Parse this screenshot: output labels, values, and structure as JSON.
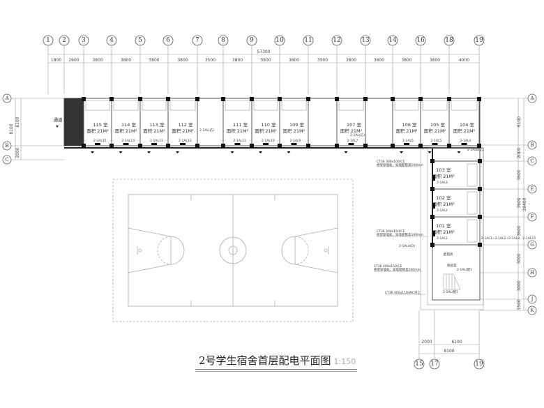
{
  "drawing": {
    "title": "2号学生宿舍首层配电平面图",
    "scale": "1:150"
  },
  "top_axes": [
    {
      "label": "1"
    },
    {
      "label": "2"
    },
    {
      "label": "3"
    },
    {
      "label": "4"
    },
    {
      "label": "5"
    },
    {
      "label": "6"
    },
    {
      "label": "7"
    },
    {
      "label": "8"
    },
    {
      "label": "9"
    },
    {
      "label": "10"
    },
    {
      "label": "11"
    },
    {
      "label": "12"
    },
    {
      "label": "13"
    },
    {
      "label": "14"
    },
    {
      "label": "16"
    },
    {
      "label": "18"
    },
    {
      "label": "19"
    }
  ],
  "top_dimensions": {
    "overall": "57300",
    "segments": [
      "1800",
      "2600",
      "3800",
      "3800",
      "3800",
      "3800",
      "3500",
      "3800",
      "3800",
      "3800",
      "3500",
      "3800",
      "3600",
      "3800",
      "3800",
      "4000"
    ]
  },
  "side_axes_left": [
    {
      "label": "A"
    },
    {
      "label": "B"
    },
    {
      "label": "C"
    }
  ],
  "side_dims_left": {
    "overall": "8100",
    "segments": [
      "6100",
      "2000"
    ]
  },
  "side_axes_right": [
    {
      "label": "A"
    },
    {
      "label": "B"
    },
    {
      "label": "C"
    },
    {
      "label": "E"
    },
    {
      "label": "F"
    },
    {
      "label": "G"
    },
    {
      "label": "H"
    },
    {
      "label": "J"
    },
    {
      "label": "K"
    }
  ],
  "side_dims_right": {
    "overall": "28400",
    "segments": [
      "6100",
      "2000",
      "3600",
      "3600",
      "3600",
      "3000",
      "3000",
      "1500"
    ]
  },
  "bottom_axes": [
    {
      "label": "15"
    },
    {
      "label": "17"
    },
    {
      "label": "19"
    }
  ],
  "bottom_dimensions": {
    "overall": "8100",
    "segments": [
      "2000",
      "6100"
    ]
  },
  "rooms_north": [
    {
      "name": "115 室",
      "area": "面积 21M²",
      "circuit": "2-1AL15"
    },
    {
      "name": "114 室",
      "area": "面积 21M²",
      "circuit": "2-1AL14"
    },
    {
      "name": "113 室",
      "area": "面积 21M²",
      "circuit": "2-1AL13"
    },
    {
      "name": "112 室",
      "area": "面积 21M²",
      "circuit": "2-1AL12"
    },
    {
      "name": "111 室",
      "area": "面积 21M²",
      "circuit": "2-1AL11"
    },
    {
      "name": "110 室",
      "area": "面积 21M²",
      "circuit": "2-1AL10"
    },
    {
      "name": "109 室",
      "area": "面积 21M²",
      "circuit": "2-1AL9"
    },
    {
      "name": "107 室",
      "area": "面积 21M²",
      "circuit": "2-1AL7"
    },
    {
      "name": "106 室",
      "area": "面积 21M²",
      "circuit": "2-1AL6"
    },
    {
      "name": "105 室",
      "area": "面积 21M²",
      "circuit": "2-1AL5"
    },
    {
      "name": "104 室",
      "area": "面积 21M²",
      "circuit": "2-1AL4"
    }
  ],
  "rooms_east": [
    {
      "name": "103 室",
      "area": "面积 21M²",
      "circuit": "2-1AL3"
    },
    {
      "name": "102 室",
      "area": "面积 21M²",
      "circuit": "2-1AL2"
    },
    {
      "name": "101 室",
      "area": "面积 21M²",
      "circuit": "2-1AL1"
    }
  ],
  "labels": {
    "corridor": "通道",
    "panel_a": "2-1ALB(応)",
    "panel_b": "2-1ALC(応)",
    "tray1": "CT36 300x100/CE",
    "tray1_note": "桥架穿墙处，穿墙套管高100mm",
    "tray2": "CT36 300x150/CE",
    "tray3": "CT36 400x150/CE",
    "tray4": "CT36 400x150/WC吊上",
    "power_room": "配电房",
    "guard_room": "值班室",
    "panel_1": "2-1AL/配1",
    "panel_2": "2-1AL/配1",
    "feeder": "2-1AL1~2-1AL2~2-1AL8、2-1AL15",
    "feeder2": "2-1ALA(D)",
    "main_panel": "2-1AL(応)"
  }
}
